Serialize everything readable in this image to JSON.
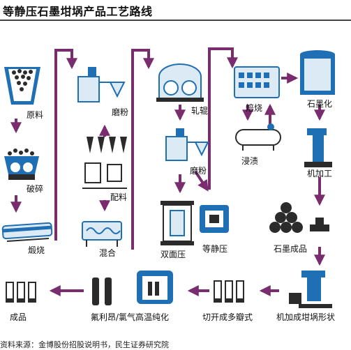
{
  "title": "等静压石墨坩埚产品工艺路线",
  "source": "资料来源：金博股份招股说明书，民生证券研究院",
  "colors": {
    "flow": "#7a2d6e",
    "equipment": "#1f6fb4",
    "light": "#dceaf6",
    "dark": "#2b2b2b"
  },
  "steps": {
    "raw": "原料",
    "crush": "破碎",
    "calcine": "煅烧",
    "mill1": "磨粉",
    "batch": "配料",
    "mix": "混合",
    "roll": "轧辊",
    "mill2": "磨粉",
    "double_press": "双面压",
    "isostatic": "等静压",
    "bake": "焙烧",
    "impregnate": "浸渍",
    "graphitize": "石墨化",
    "machining": "机加工",
    "graphite_product": "石墨成品",
    "shape": "机加成坩埚形状",
    "cut": "切开成多瓣式",
    "purify": "氟利昂/氯气高温纯化",
    "final": "成品"
  }
}
